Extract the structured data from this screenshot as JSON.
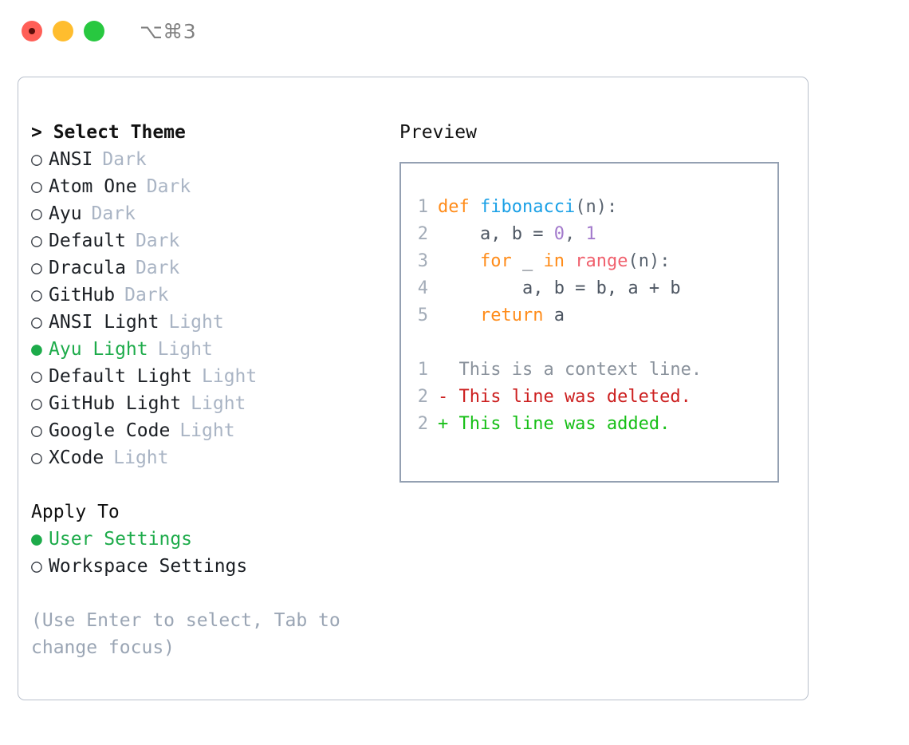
{
  "titlebar": {
    "shortcut": "⌥⌘3",
    "buttons": [
      {
        "name": "close",
        "color": "#ff5f57"
      },
      {
        "name": "minimize",
        "color": "#ffbd2e"
      },
      {
        "name": "zoom",
        "color": "#28c840"
      }
    ]
  },
  "theme_section": {
    "header": "> Select Theme",
    "options": [
      {
        "marker": "○",
        "label": "ANSI",
        "tag": "Dark",
        "selected": false
      },
      {
        "marker": "○",
        "label": "Atom One",
        "tag": "Dark",
        "selected": false
      },
      {
        "marker": "○",
        "label": "Ayu",
        "tag": "Dark",
        "selected": false
      },
      {
        "marker": "○",
        "label": "Default",
        "tag": "Dark",
        "selected": false
      },
      {
        "marker": "○",
        "label": "Dracula",
        "tag": "Dark",
        "selected": false
      },
      {
        "marker": "○",
        "label": "GitHub",
        "tag": "Dark",
        "selected": false
      },
      {
        "marker": "○",
        "label": "ANSI Light",
        "tag": "Light",
        "selected": false
      },
      {
        "marker": "●",
        "label": "Ayu Light",
        "tag": "Light",
        "selected": true
      },
      {
        "marker": "○",
        "label": "Default Light",
        "tag": "Light",
        "selected": false
      },
      {
        "marker": "○",
        "label": "GitHub Light",
        "tag": "Light",
        "selected": false
      },
      {
        "marker": "○",
        "label": "Google Code",
        "tag": "Light",
        "selected": false
      },
      {
        "marker": "○",
        "label": "XCode",
        "tag": "Light",
        "selected": false
      }
    ]
  },
  "apply_section": {
    "header": "Apply To",
    "options": [
      {
        "marker": "●",
        "label": "User Settings",
        "selected": true
      },
      {
        "marker": "○",
        "label": "Workspace Settings",
        "selected": false
      }
    ]
  },
  "hint": "(Use Enter to select, Tab to change focus)",
  "preview": {
    "title": "Preview",
    "code_lines": [
      {
        "no": "1",
        "tokens": [
          {
            "t": "def ",
            "c": "tok-kw"
          },
          {
            "t": "fibonacci",
            "c": "tok-fn"
          },
          {
            "t": "(n):",
            "c": "tok-punct"
          }
        ]
      },
      {
        "no": "2",
        "tokens": [
          {
            "t": "    a, b = ",
            "c": "tok-id"
          },
          {
            "t": "0",
            "c": "tok-num"
          },
          {
            "t": ", ",
            "c": "tok-punct"
          },
          {
            "t": "1",
            "c": "tok-num"
          }
        ]
      },
      {
        "no": "3",
        "tokens": [
          {
            "t": "    ",
            "c": "tok-punct"
          },
          {
            "t": "for",
            "c": "tok-kw"
          },
          {
            "t": " _ ",
            "c": "tok-id"
          },
          {
            "t": "in",
            "c": "tok-kw"
          },
          {
            "t": " ",
            "c": "tok-punct"
          },
          {
            "t": "range",
            "c": "tok-built"
          },
          {
            "t": "(n):",
            "c": "tok-punct"
          }
        ]
      },
      {
        "no": "4",
        "tokens": [
          {
            "t": "        a, b = b, a + b",
            "c": "tok-id"
          }
        ]
      },
      {
        "no": "5",
        "tokens": [
          {
            "t": "    ",
            "c": "tok-punct"
          },
          {
            "t": "return",
            "c": "tok-kw"
          },
          {
            "t": " a",
            "c": "tok-id"
          }
        ]
      }
    ],
    "diff_lines": [
      {
        "no": "1",
        "text": "  This is a context line.",
        "kind": "diff-ctx"
      },
      {
        "no": "2",
        "text": "- This line was deleted.",
        "kind": "diff-del"
      },
      {
        "no": "2",
        "text": "+ This line was added.",
        "kind": "diff-add"
      }
    ]
  }
}
